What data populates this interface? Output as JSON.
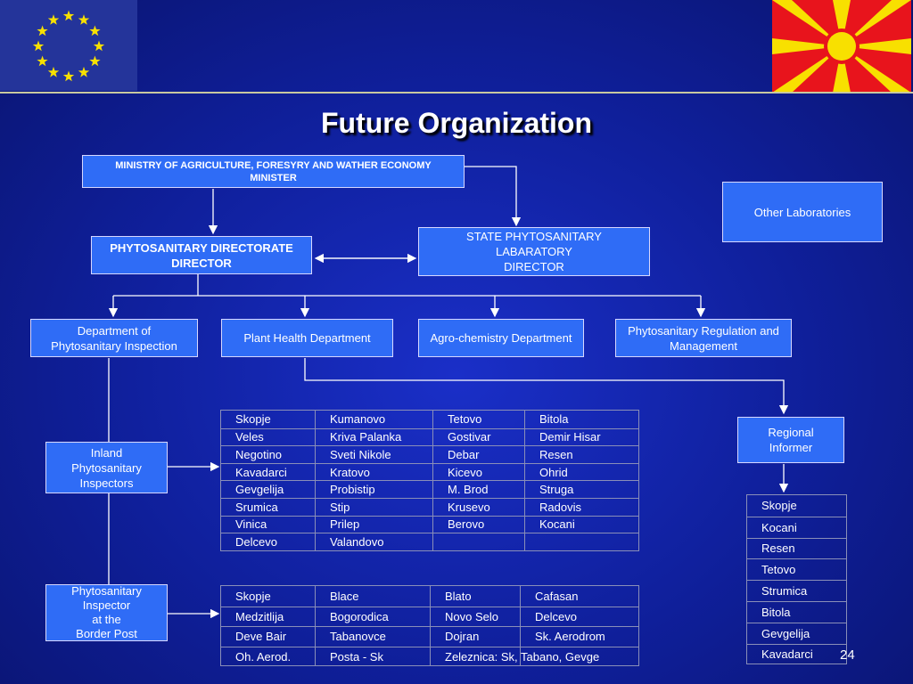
{
  "title": "Future Organization",
  "page_number": "24",
  "colors": {
    "box": "#2f6cf6",
    "background": "#0f1f9a",
    "flag_eu": "#24349a",
    "flag_mk_red": "#e8141c",
    "flag_mk_yellow": "#f8e000"
  },
  "boxes": {
    "ministry": {
      "line1": "MINISTRY OF AGRICULTURE, FORESYRY AND WATHER ECONOMY",
      "line2": "MINISTER"
    },
    "directorate": {
      "line1": "PHYTOSANITARY DIRECTORATE",
      "line2": "DIRECTOR"
    },
    "lab": {
      "line1": "STATE PHYTOSANITARY",
      "line2": "LABARATORY",
      "line3": "DIRECTOR"
    },
    "other_labs": "Other Laboratories",
    "dept_inspection": {
      "line1": "Department of",
      "line2": "Phytosanitary Inspection"
    },
    "plant_health": "Plant Health Department",
    "agro": "Agro-chemistry Department",
    "regulation": {
      "line1": "Phytosanitary Regulation and",
      "line2": "Management"
    },
    "regional": {
      "line1": "Regional",
      "line2": "Informer"
    },
    "inland": {
      "line1": "Inland",
      "line2": "Phytosanitary",
      "line3": "Inspectors"
    },
    "border": {
      "line1": "Phytosanitary",
      "line2": "Inspector",
      "line3": "at the",
      "line4": "Border Post"
    }
  },
  "inland_table": [
    [
      "Skopje",
      "Kumanovo",
      "Tetovo",
      "Bitola"
    ],
    [
      "Veles",
      "Kriva Palanka",
      "Gostivar",
      "Demir Hisar"
    ],
    [
      "Negotino",
      "Sveti Nikole",
      "Debar",
      "Resen"
    ],
    [
      "Kavadarci",
      "Kratovo",
      "Kicevo",
      "Ohrid"
    ],
    [
      "Gevgelija",
      "Probistip",
      "M. Brod",
      "Struga"
    ],
    [
      "Srumica",
      "Stip",
      "Krusevo",
      "Radovis"
    ],
    [
      "Vinica",
      "Prilep",
      "Berovo",
      "Kocani"
    ],
    [
      "Delcevo",
      "Valandovo",
      "",
      ""
    ]
  ],
  "border_table": [
    [
      "Skopje",
      "Blace",
      "Blato",
      "Cafasan"
    ],
    [
      "Medzitlija",
      "Bogorodica",
      "Novo Selo",
      "Delcevo"
    ],
    [
      "Deve Bair",
      "Tabanovce",
      "Dojran",
      "Sk. Aerodrom"
    ],
    [
      "Oh. Aerod.",
      "Posta - Sk",
      "Zeleznica: Sk, Tabano, Gevge",
      ""
    ]
  ],
  "regional_list": [
    "Skopje",
    "Kocani",
    "Resen",
    "Tetovo",
    "Strumica",
    "Bitola",
    "Gevgelija",
    "Kavadarci"
  ]
}
